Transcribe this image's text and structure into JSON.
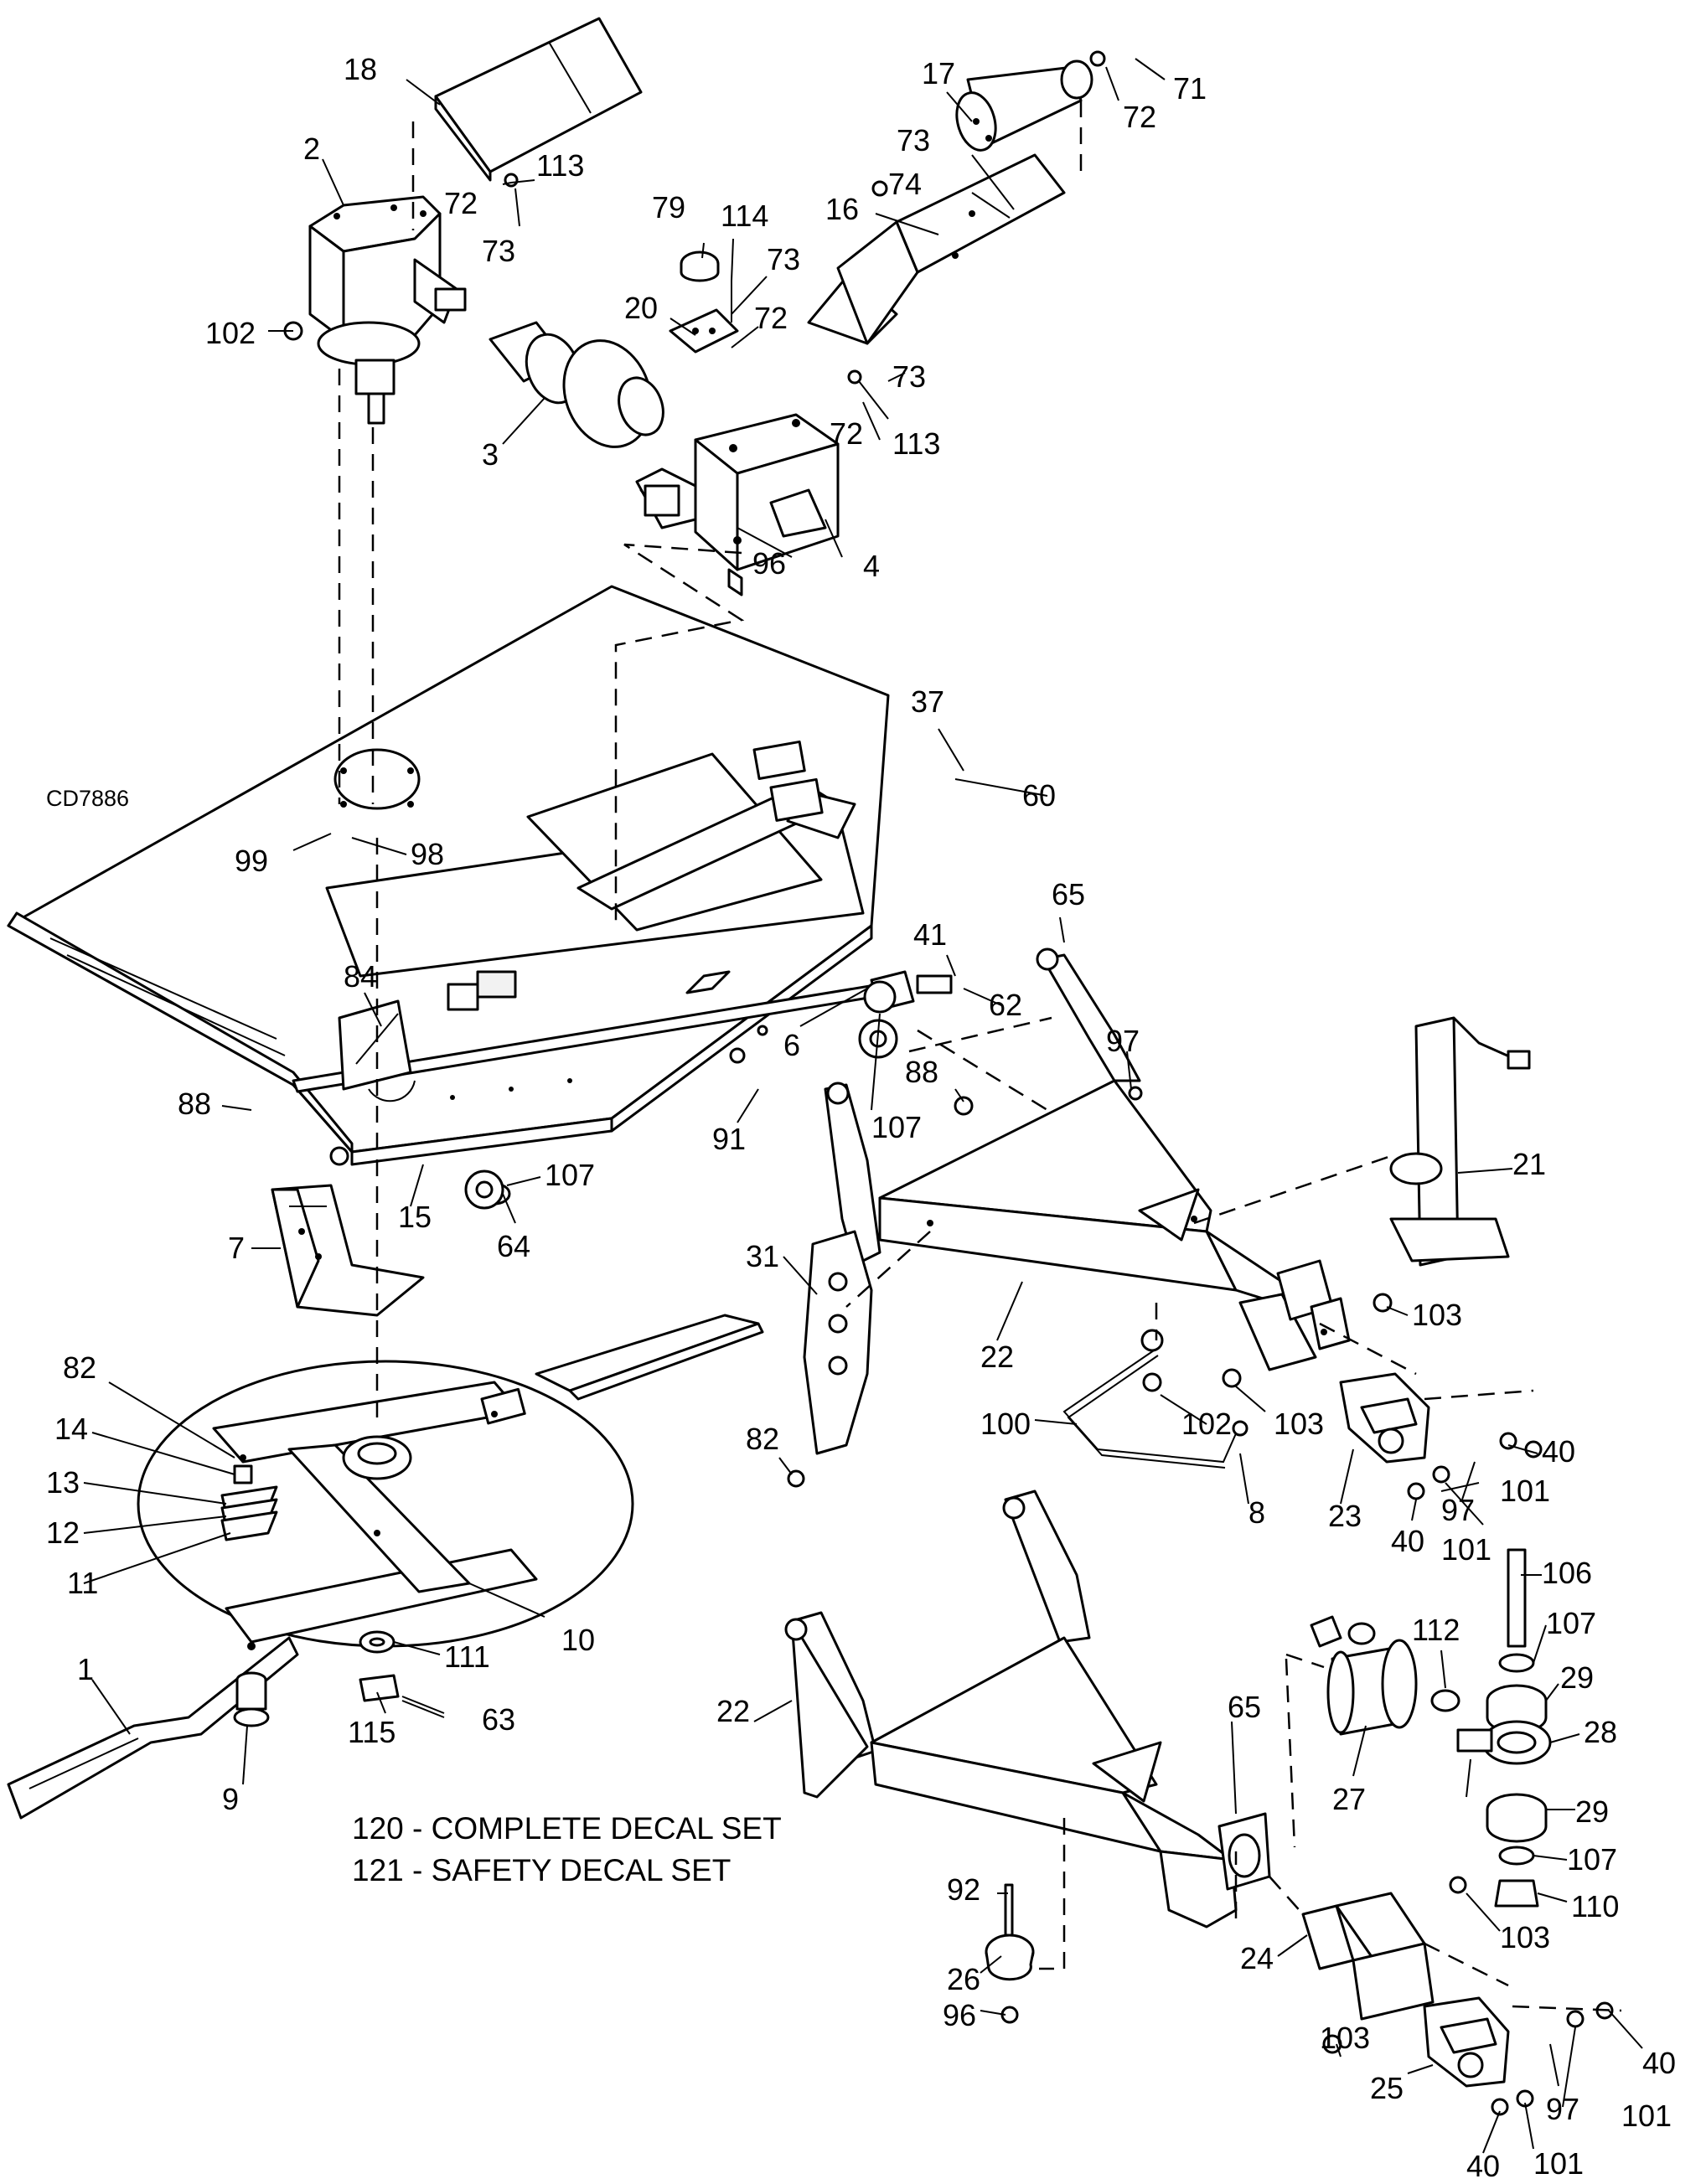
{
  "drawing_code": "CD7886",
  "notes": [
    "120 - COMPLETE DECAL SET",
    "121 - SAFETY DECAL SET"
  ],
  "callouts": [
    {
      "id": "c-18",
      "label": "18"
    },
    {
      "id": "c-2",
      "label": "2"
    },
    {
      "id": "c-72a",
      "label": "72"
    },
    {
      "id": "c-113a",
      "label": "113"
    },
    {
      "id": "c-73a",
      "label": "73"
    },
    {
      "id": "c-102a",
      "label": "102"
    },
    {
      "id": "c-3",
      "label": "3"
    },
    {
      "id": "c-79",
      "label": "79"
    },
    {
      "id": "c-114",
      "label": "114"
    },
    {
      "id": "c-73b",
      "label": "73"
    },
    {
      "id": "c-20",
      "label": "20"
    },
    {
      "id": "c-72b",
      "label": "72"
    },
    {
      "id": "c-17",
      "label": "17"
    },
    {
      "id": "c-71",
      "label": "71"
    },
    {
      "id": "c-72c",
      "label": "72"
    },
    {
      "id": "c-73c",
      "label": "73"
    },
    {
      "id": "c-74",
      "label": "74"
    },
    {
      "id": "c-16",
      "label": "16"
    },
    {
      "id": "c-73d",
      "label": "73"
    },
    {
      "id": "c-72d",
      "label": "72"
    },
    {
      "id": "c-113b",
      "label": "113"
    },
    {
      "id": "c-96a",
      "label": "96"
    },
    {
      "id": "c-4",
      "label": "4"
    },
    {
      "id": "c-37",
      "label": "37"
    },
    {
      "id": "c-60",
      "label": "60"
    },
    {
      "id": "c-99",
      "label": "99"
    },
    {
      "id": "c-98",
      "label": "98"
    },
    {
      "id": "c-65a",
      "label": "65"
    },
    {
      "id": "c-41",
      "label": "41"
    },
    {
      "id": "c-62",
      "label": "62"
    },
    {
      "id": "c-84",
      "label": "84"
    },
    {
      "id": "c-6",
      "label": "6"
    },
    {
      "id": "c-97a",
      "label": "97"
    },
    {
      "id": "c-88a",
      "label": "88"
    },
    {
      "id": "c-88b",
      "label": "88"
    },
    {
      "id": "c-107a",
      "label": "107"
    },
    {
      "id": "c-91",
      "label": "91"
    },
    {
      "id": "c-21",
      "label": "21"
    },
    {
      "id": "c-107b",
      "label": "107"
    },
    {
      "id": "c-15",
      "label": "15"
    },
    {
      "id": "c-64",
      "label": "64"
    },
    {
      "id": "c-7",
      "label": "7"
    },
    {
      "id": "c-31",
      "label": "31"
    },
    {
      "id": "c-22a",
      "label": "22"
    },
    {
      "id": "c-103a",
      "label": "103"
    },
    {
      "id": "c-82a",
      "label": "82"
    },
    {
      "id": "c-14",
      "label": "14"
    },
    {
      "id": "c-13",
      "label": "13"
    },
    {
      "id": "c-12",
      "label": "12"
    },
    {
      "id": "c-11",
      "label": "11"
    },
    {
      "id": "c-100",
      "label": "100"
    },
    {
      "id": "c-102b",
      "label": "102"
    },
    {
      "id": "c-103b",
      "label": "103"
    },
    {
      "id": "c-82b",
      "label": "82"
    },
    {
      "id": "c-40a",
      "label": "40"
    },
    {
      "id": "c-101a",
      "label": "101"
    },
    {
      "id": "c-97b",
      "label": "97"
    },
    {
      "id": "c-23",
      "label": "23"
    },
    {
      "id": "c-8",
      "label": "8"
    },
    {
      "id": "c-40b",
      "label": "40"
    },
    {
      "id": "c-101b",
      "label": "101"
    },
    {
      "id": "c-10",
      "label": "10"
    },
    {
      "id": "c-106",
      "label": "106"
    },
    {
      "id": "c-1",
      "label": "1"
    },
    {
      "id": "c-111",
      "label": "111"
    },
    {
      "id": "c-107c",
      "label": "107"
    },
    {
      "id": "c-112",
      "label": "112"
    },
    {
      "id": "c-29a",
      "label": "29"
    },
    {
      "id": "c-22b",
      "label": "22"
    },
    {
      "id": "c-115",
      "label": "115"
    },
    {
      "id": "c-63",
      "label": "63"
    },
    {
      "id": "c-9",
      "label": "9"
    },
    {
      "id": "c-28",
      "label": "28"
    },
    {
      "id": "c-65b",
      "label": "65"
    },
    {
      "id": "c-27",
      "label": "27"
    },
    {
      "id": "c-29b",
      "label": "29"
    },
    {
      "id": "c-107d",
      "label": "107"
    },
    {
      "id": "c-110",
      "label": "110"
    },
    {
      "id": "c-92",
      "label": "92"
    },
    {
      "id": "c-103c",
      "label": "103"
    },
    {
      "id": "c-24",
      "label": "24"
    },
    {
      "id": "c-26",
      "label": "26"
    },
    {
      "id": "c-96b",
      "label": "96"
    },
    {
      "id": "c-103d",
      "label": "103"
    },
    {
      "id": "c-40c",
      "label": "40"
    },
    {
      "id": "c-25",
      "label": "25"
    },
    {
      "id": "c-97c",
      "label": "97"
    },
    {
      "id": "c-101c",
      "label": "101"
    },
    {
      "id": "c-40d",
      "label": "40"
    },
    {
      "id": "c-101d",
      "label": "101"
    }
  ]
}
